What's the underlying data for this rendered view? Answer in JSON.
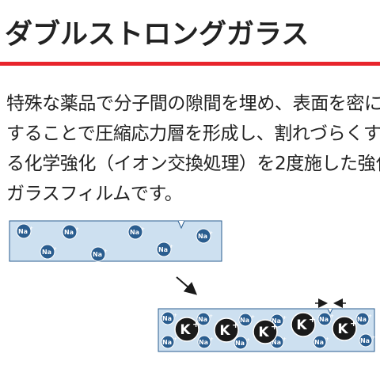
{
  "heading": "ダブルストロングガラス",
  "description_lines": [
    "特殊な薬品で分子間の隙間を埋め、表面を密に",
    "することで圧縮応力層を形成し、割れづらくす",
    "る化学強化（イオン交換処理）を2度施した強化",
    "ガラスフィルムです。"
  ],
  "ions": {
    "sodium": "Na",
    "potassium": "K",
    "charge": "+"
  },
  "colors": {
    "accent_rule": "#e8242c",
    "glass_fill": "#cde0f0",
    "sodium_ion": "#2a5d8f",
    "potassium_ion": "#1a1a1a",
    "text": "#222222"
  }
}
